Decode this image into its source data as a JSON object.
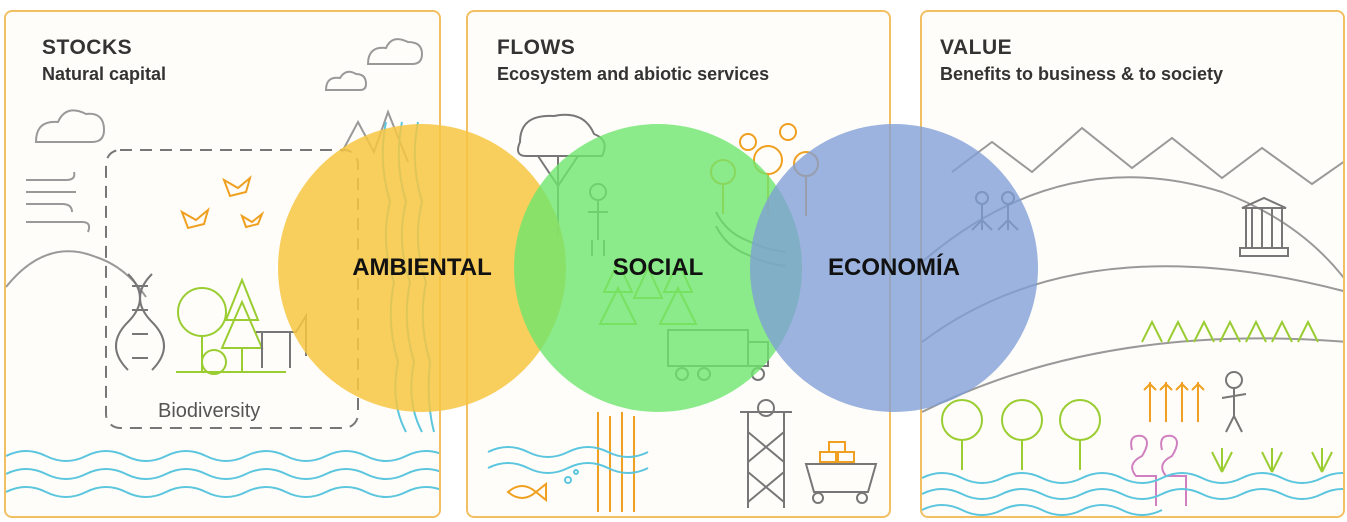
{
  "panels": {
    "stocks": {
      "title": "STOCKS",
      "subtitle": "Natural capital",
      "inner_label": "Biodiversity"
    },
    "flows": {
      "title": "FLOWS",
      "subtitle": "Ecosystem and abiotic services"
    },
    "value": {
      "title": "VALUE",
      "subtitle": "Benefits to business & to society"
    }
  },
  "circles": [
    {
      "label": "AMBIENTAL",
      "color": "#f7c542"
    },
    {
      "label": "SOCIAL",
      "color": "#6ee66e"
    },
    {
      "label": "ECONOMÍA",
      "color": "#7f9ed6"
    }
  ],
  "colors": {
    "panel_border": "#f2c063",
    "water": "#5bc6de",
    "plants": "#9acd32",
    "animals": "#f0a020",
    "lines": "#999999"
  }
}
